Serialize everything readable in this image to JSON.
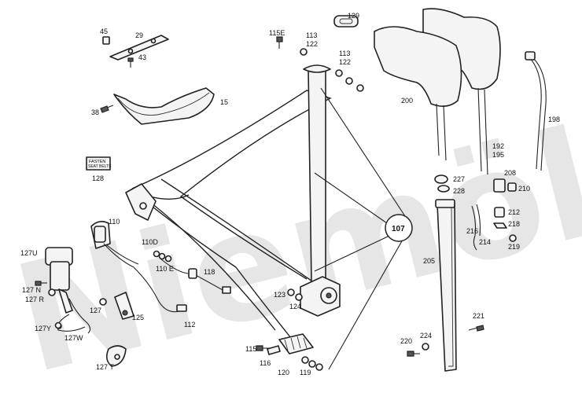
{
  "watermark": "Niemöller",
  "callout": "107",
  "plate_text": [
    "FASTEN",
    "SEAT BELTS"
  ],
  "labels": {
    "l45": "45",
    "l29": "29",
    "l43": "43",
    "l38": "38",
    "l15": "15",
    "l128": "128",
    "l110": "110",
    "l110D": "110D",
    "l110E": "110 E",
    "l118": "118",
    "l127U": "127U",
    "l127N": "127 N",
    "l127R": "127 R",
    "l127": "127",
    "l125": "125",
    "l112": "112",
    "l127Y": "127Y",
    "l127W": "127W",
    "l127T": "127 T",
    "l115E": "115E",
    "l113a": "113",
    "l122a": "122",
    "l113b": "113",
    "l122b": "122",
    "l129": "129",
    "l200": "200",
    "l198": "198",
    "l192": "192",
    "l195": "195",
    "l123": "123",
    "l124": "124",
    "l115": "115",
    "l116": "116",
    "l120": "120",
    "l119": "119",
    "l227": "227",
    "l228": "228",
    "l208": "208",
    "l210": "210",
    "l212": "212",
    "l218": "218",
    "l216": "216",
    "l214": "214",
    "l219": "219",
    "l205": "205",
    "l220": "220",
    "l224": "224",
    "l221": "221"
  }
}
